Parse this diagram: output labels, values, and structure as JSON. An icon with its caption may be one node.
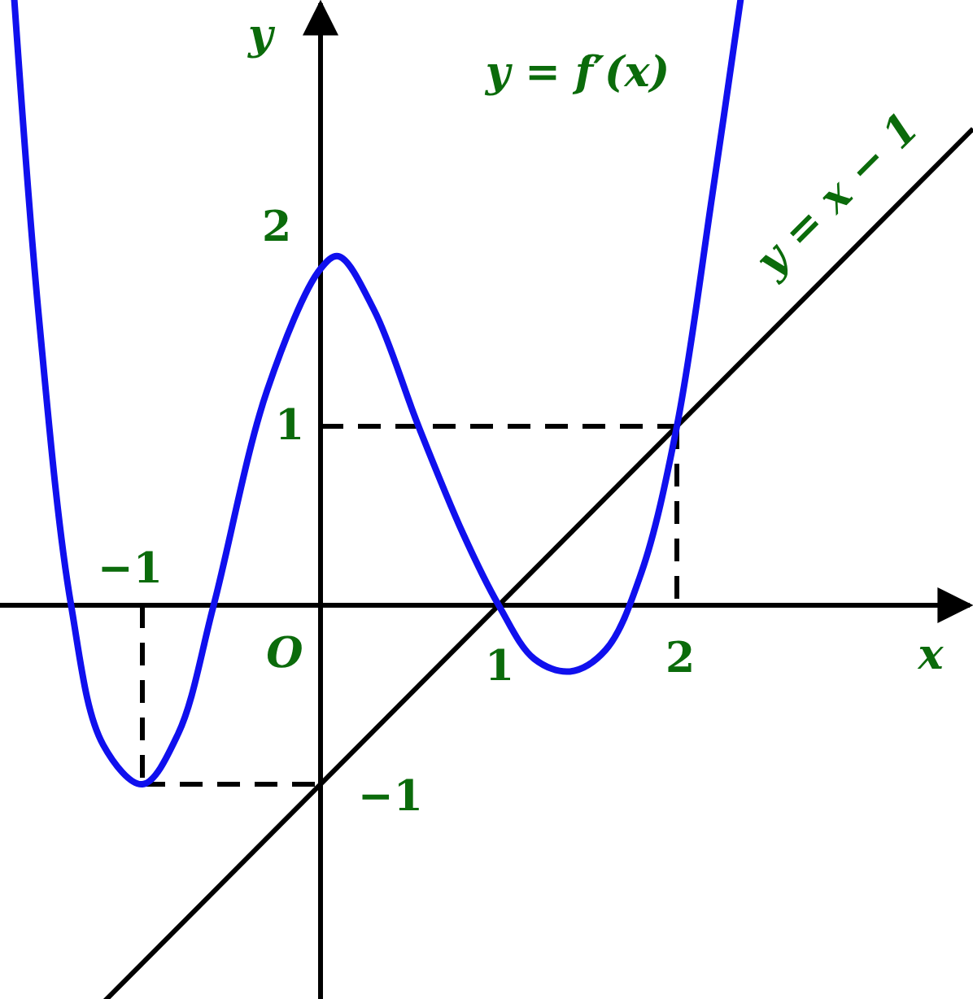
{
  "diagram": {
    "labels": [
      "y",
      "y = f′(x)",
      "2",
      "y = x − 1",
      "1",
      "−1",
      "O",
      "1",
      "2",
      "x",
      "−1"
    ]
  }
}
